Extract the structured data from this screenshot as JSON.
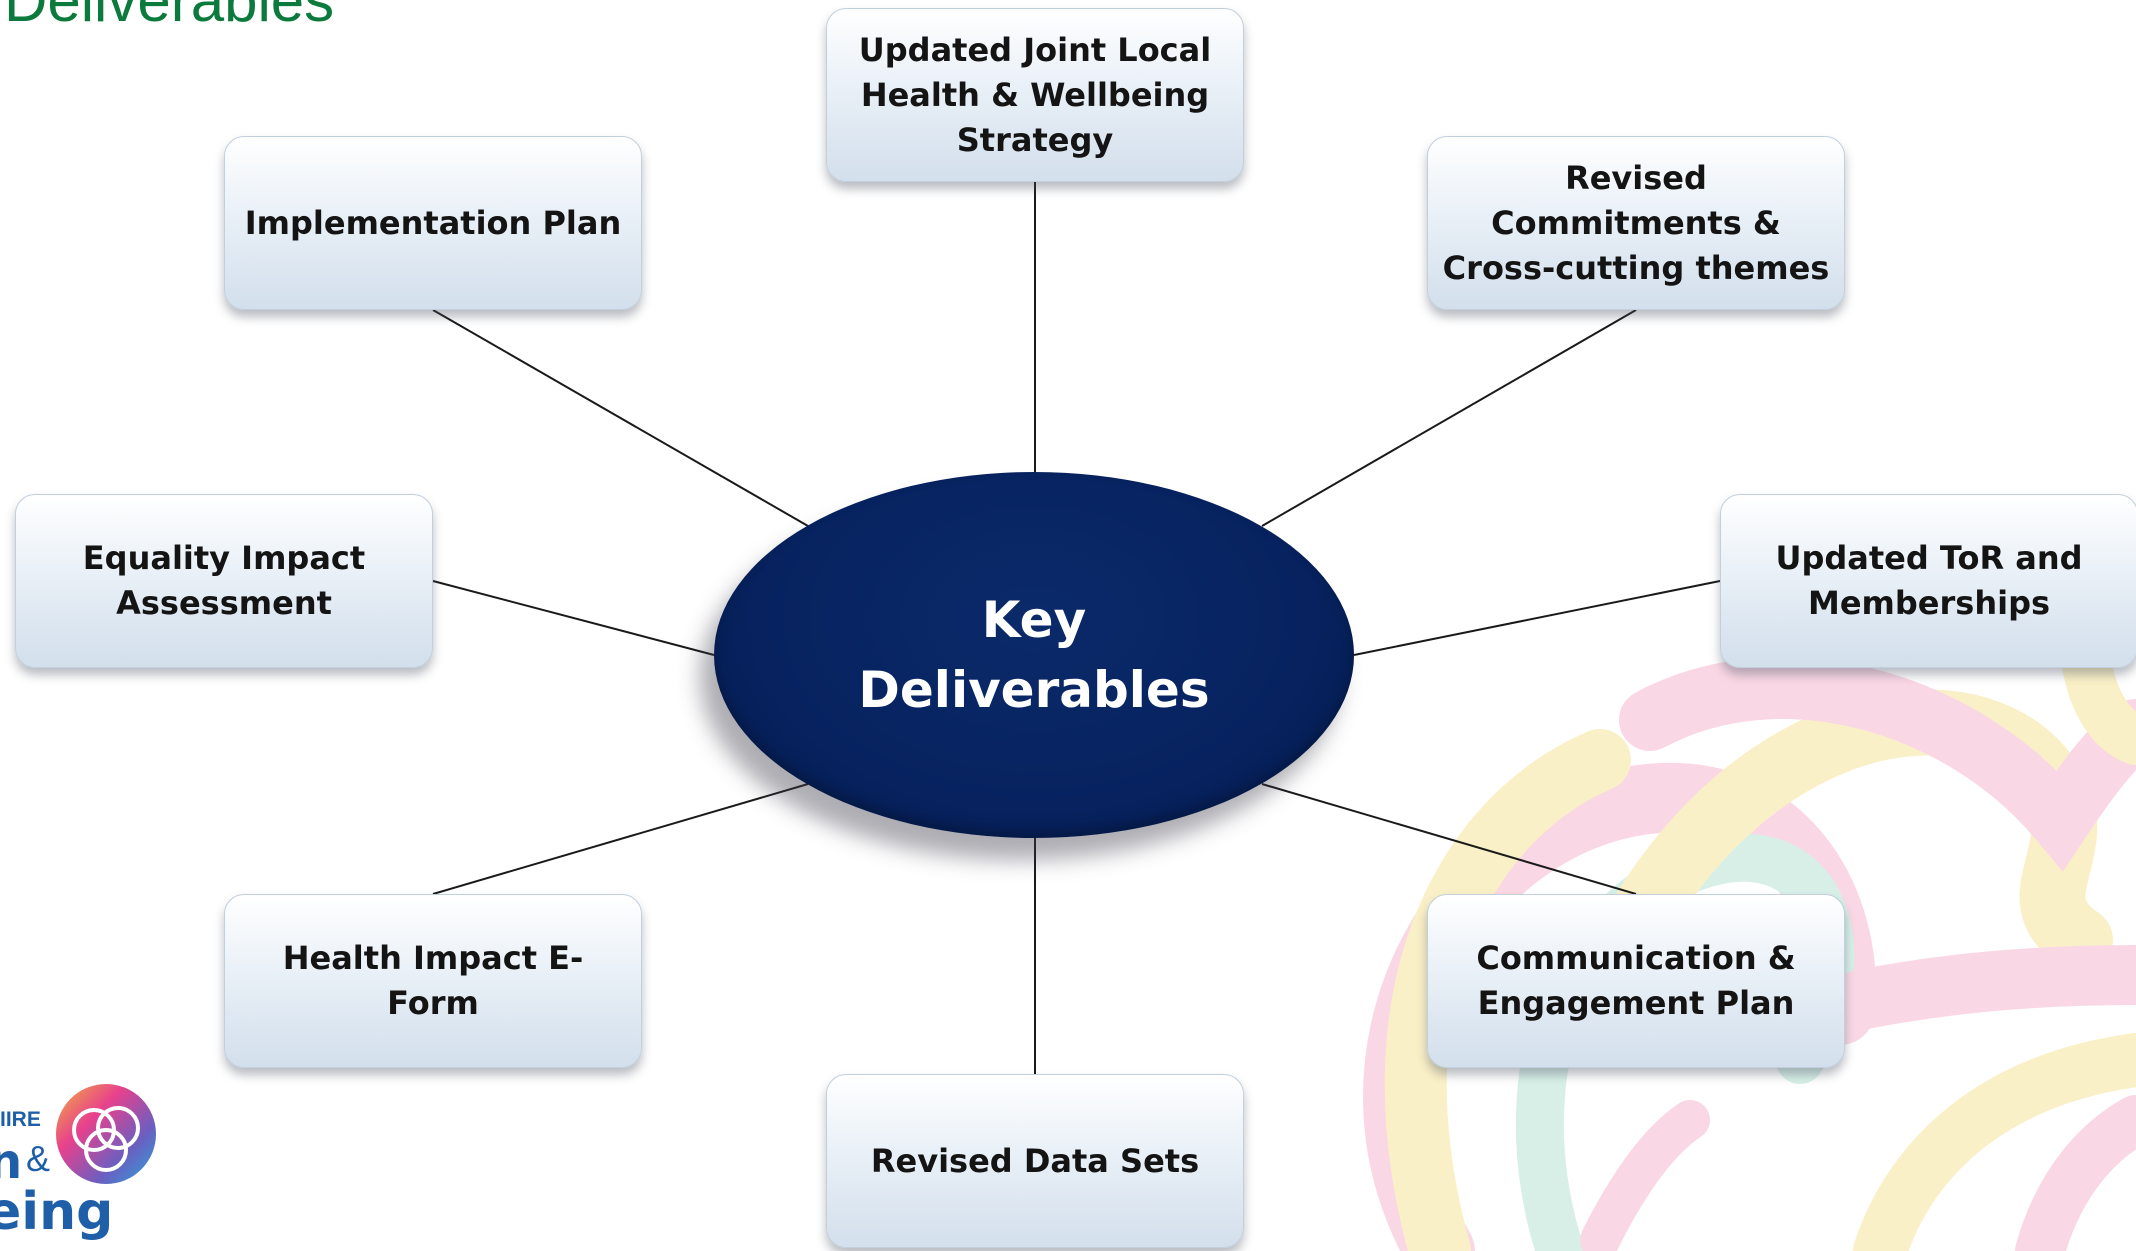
{
  "title": "Deliverables",
  "hub": {
    "label": "Key\nDeliverables"
  },
  "nodes": [
    {
      "id": "strategy",
      "label": "Updated Joint Local Health & Wellbeing Strategy"
    },
    {
      "id": "commitments",
      "label": "Revised Commitments & Cross-cutting themes"
    },
    {
      "id": "tor",
      "label": "Updated ToR and Memberships"
    },
    {
      "id": "comms",
      "label": "Communication & Engagement Plan"
    },
    {
      "id": "data-sets",
      "label": "Revised Data Sets"
    },
    {
      "id": "hia",
      "label": "Health Impact E-Form"
    },
    {
      "id": "eqia",
      "label": "Equality Impact Assessment"
    },
    {
      "id": "implementation",
      "label": "Implementation Plan"
    }
  ],
  "logo": {
    "line1": "IIRE",
    "line2": "n",
    "amp": "&",
    "line3": "eing"
  },
  "colors": {
    "title": "#0b7a3c",
    "hub": "#07225f",
    "logo": "#1f5fa8"
  }
}
